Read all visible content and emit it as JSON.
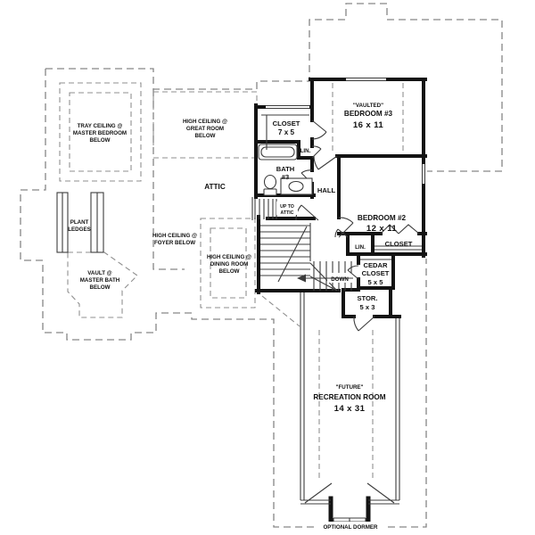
{
  "colors": {
    "background": "#ffffff",
    "walls": "#131313",
    "dashed_outline": "#868686",
    "thin_lines": "#3c3c3c",
    "text": "#111111"
  },
  "labels": {
    "tray_ceiling": [
      "TRAY CEILING @",
      "MASTER BEDROOM",
      "BELOW"
    ],
    "great_room": [
      "HIGH CEILING @",
      "GREAT ROOM",
      "BELOW"
    ],
    "attic": "ATTIC",
    "closet_bedroom3": [
      "CLOSET",
      "7 x 5"
    ],
    "bath3": [
      "BATH",
      "#3"
    ],
    "linen_bath": "LIN.",
    "hall": "HALL",
    "attic_stairs": [
      "UP TO",
      "ATTIC"
    ],
    "bedroom3": [
      "\"VAULTED\"",
      "BEDROOM #3",
      "16 x 11"
    ],
    "bedroom2": [
      "BEDROOM #2",
      "12 x 11"
    ],
    "closet_bedroom2": "CLOSET",
    "linen_hall": "LIN.",
    "cedar_closet": [
      "CEDAR",
      "CLOSET",
      "5 x 5"
    ],
    "storage": [
      "STOR.",
      "5 x 3"
    ],
    "stairs_down": "DOWN",
    "plant_ledges": [
      "PLANT",
      "LEDGES"
    ],
    "master_bath_vault": [
      "VAULT @",
      "MASTER BATH",
      "BELOW"
    ],
    "foyer": [
      "HIGH CEILING @",
      "FOYER BELOW"
    ],
    "dining_room": [
      "HIGH CEILING @",
      "DINING ROOM",
      "BELOW"
    ],
    "recreation_room": [
      "\"FUTURE\"",
      "RECREATION ROOM",
      "14 x 31"
    ],
    "optional_dormer": "OPTIONAL DORMER"
  }
}
